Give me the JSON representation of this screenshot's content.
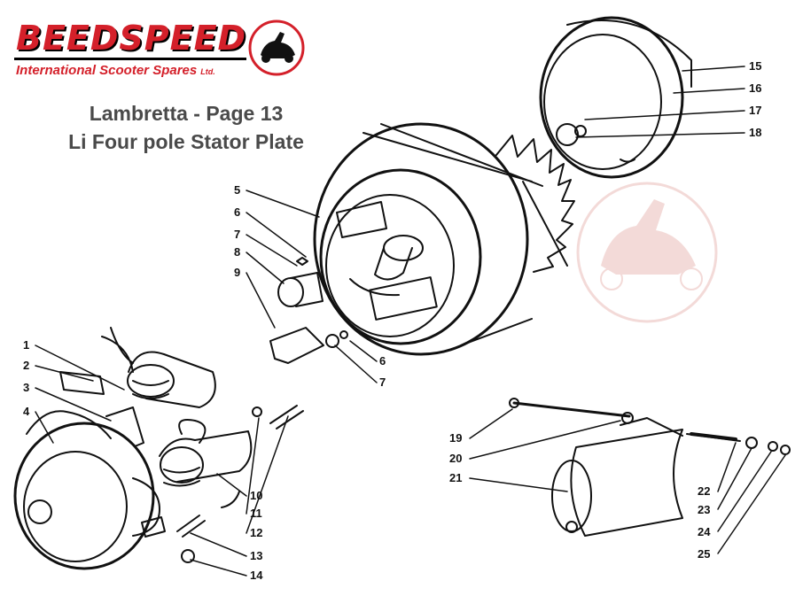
{
  "brand": {
    "name": "BEEDSPEED",
    "tagline": "International Scooter Spares",
    "suffix": "Ltd.",
    "colors": {
      "primary": "#d4202a",
      "text": "#4a4a4a",
      "line": "#111111"
    }
  },
  "page": {
    "title": "Lambretta - Page 13",
    "subtitle": "Li Four pole Stator Plate"
  },
  "parts": {
    "p1": "1",
    "p2": "2",
    "p3": "3",
    "p4": "4",
    "p5": "5",
    "p6a": "6",
    "p6b": "6",
    "p7a": "7",
    "p7b": "7",
    "p8": "8",
    "p9": "9",
    "p10": "10",
    "p11": "11",
    "p12": "12",
    "p13": "13",
    "p14": "14",
    "p15": "15",
    "p16": "16",
    "p17": "17",
    "p18": "18",
    "p19": "19",
    "p20": "20",
    "p21": "21",
    "p22": "22",
    "p23": "23",
    "p24": "24",
    "p25": "25"
  }
}
